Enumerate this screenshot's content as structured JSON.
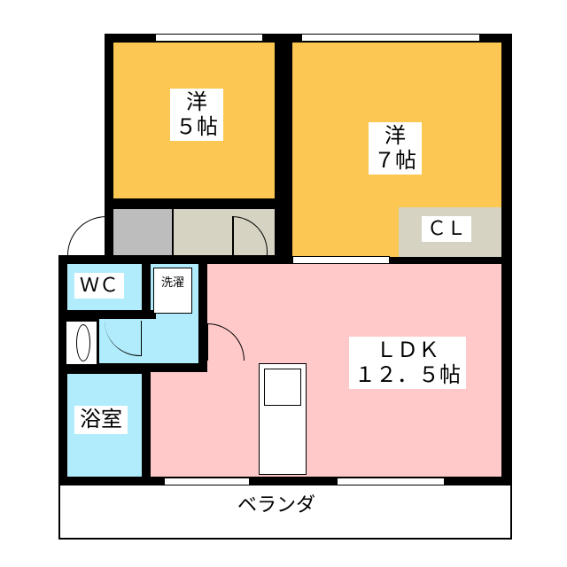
{
  "rooms": {
    "western_room_1": {
      "type": "洋",
      "size": "５帖"
    },
    "western_room_2": {
      "type": "洋",
      "size": "７帖"
    },
    "closet": "ＣＬ",
    "toilet": "ＷＣ",
    "laundry": "洗濯",
    "bathroom": "浴室",
    "ldk": {
      "type": "ＬＤＫ",
      "size": "１２．５帖"
    },
    "balcony": "ベランダ"
  },
  "colors": {
    "western": "#fcc752",
    "ldk": "#ffc9c9",
    "wet": "#b0ecfb",
    "storage": "#d6d3c3",
    "entry": "#bdbdbd"
  }
}
